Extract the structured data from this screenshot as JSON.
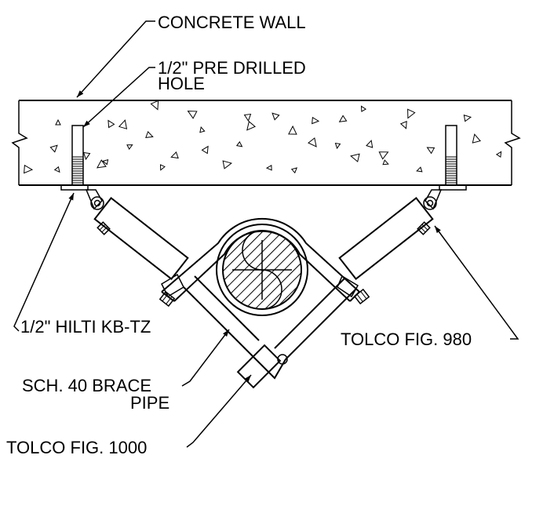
{
  "labels": {
    "concrete_wall": "CONCRETE WALL",
    "pre_drilled_line1": "1/2\" PRE DRILLED",
    "pre_drilled_line2": "HOLE",
    "hilti": "1/2\" HILTI KB-TZ",
    "tolco_980": "TOLCO FIG. 980",
    "brace_line1": "SCH. 40 BRACE",
    "brace_line2": "PIPE",
    "tolco_1000": "TOLCO FIG. 1000"
  }
}
